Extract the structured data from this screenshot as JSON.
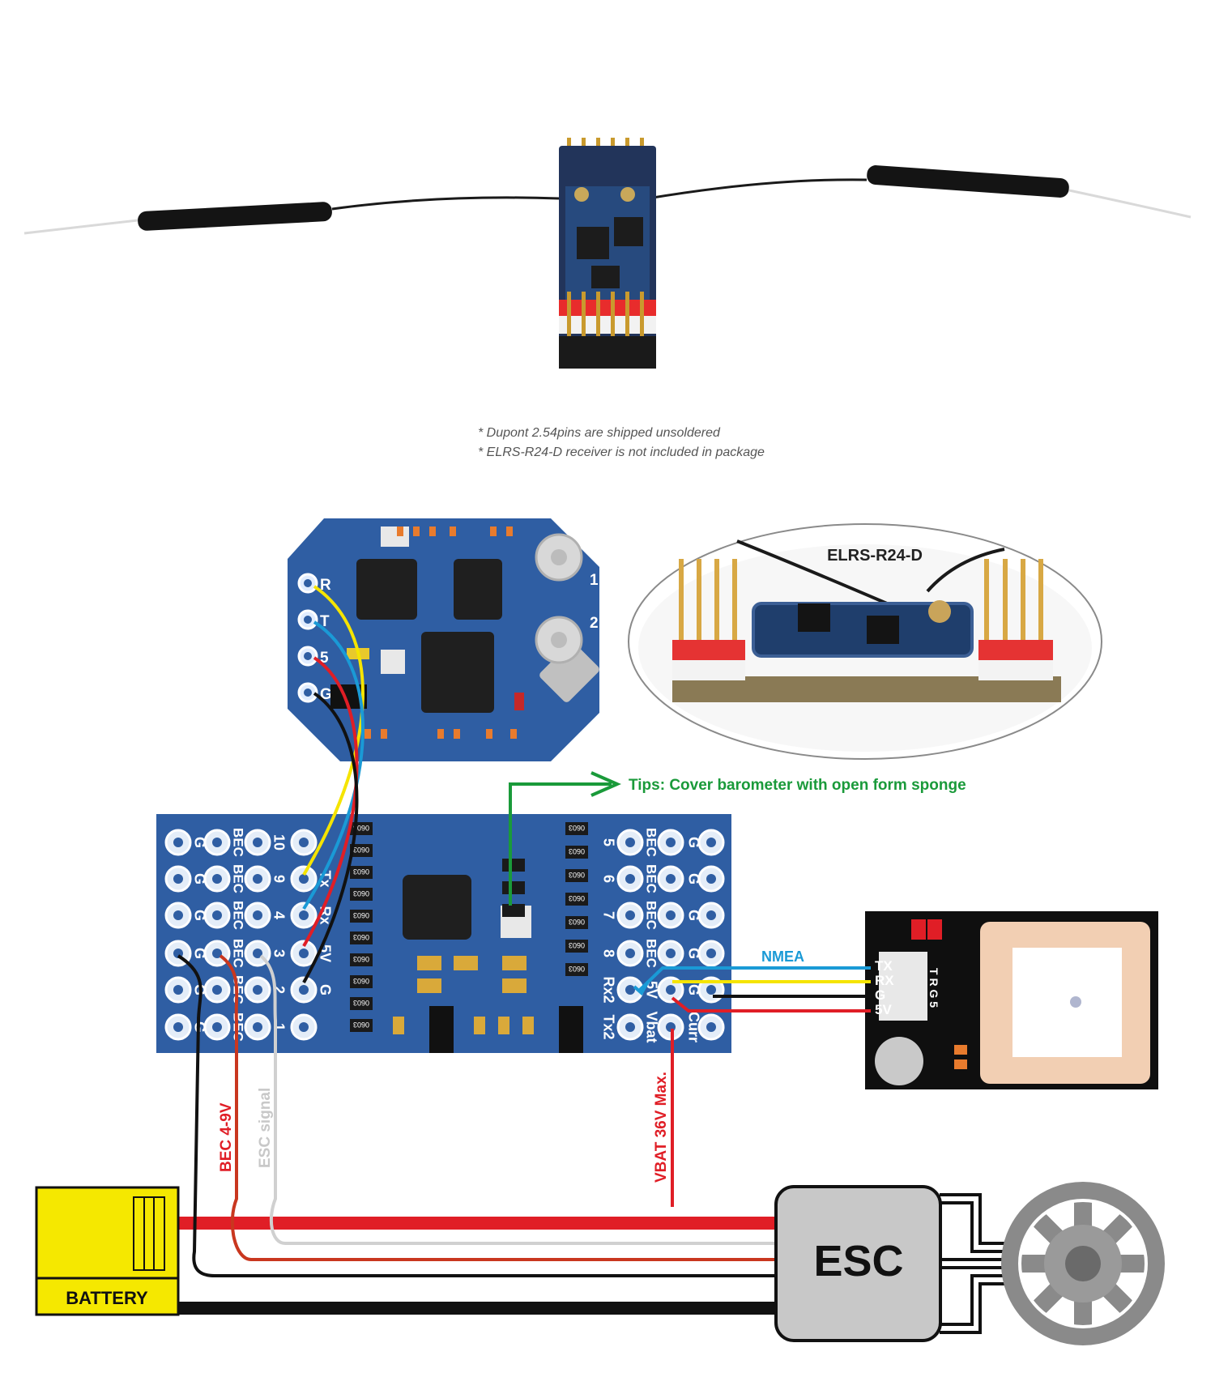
{
  "notes": {
    "line1": "* Dupont 2.54pins are shipped unsoldered",
    "line2": "* ELRS-R24-D receiver is not included in package"
  },
  "receiver_inset": {
    "title": "ELRS-R24-D"
  },
  "tips": {
    "text": "Tips: Cover barometer with open form sponge"
  },
  "top_board": {
    "pins": [
      "R",
      "T",
      "5",
      "G"
    ],
    "antenna_ports": [
      "1",
      "2"
    ]
  },
  "main_board": {
    "left_cols": {
      "g_label": "G",
      "bec_label": "BEC",
      "channels": [
        "10",
        "9",
        "4",
        "3",
        "2",
        "1"
      ]
    },
    "uart_labels": [
      "Tx",
      "Rx",
      "5V",
      "G"
    ],
    "chip_codes": "0603",
    "right_channels": [
      "5",
      "6",
      "7",
      "8"
    ],
    "right_bottom": [
      "Rx2",
      "Tx2"
    ],
    "right_middle": [
      "5V",
      "Vbat"
    ],
    "right_outer": [
      "G",
      "Curr"
    ]
  },
  "gps": {
    "pins": [
      "TX",
      "RX",
      "G",
      "5V"
    ],
    "silk": "T R G 5",
    "link_label": "NMEA"
  },
  "wire_labels": {
    "bec": "BEC 4-9V",
    "esc_signal": "ESC signal",
    "vbat": "VBAT  36V Max."
  },
  "battery": {
    "label": "BATTERY"
  },
  "esc": {
    "label": "ESC"
  },
  "colors": {
    "pcb_blue": "#2f5ea3",
    "wire_red": "#e01e26",
    "wire_black": "#111111",
    "wire_yellow": "#f5e400",
    "wire_blue": "#1a9ad6",
    "tips_green": "#1a9a3a",
    "battery_yellow": "#f5e800",
    "esc_grey": "#c8c8c8"
  }
}
